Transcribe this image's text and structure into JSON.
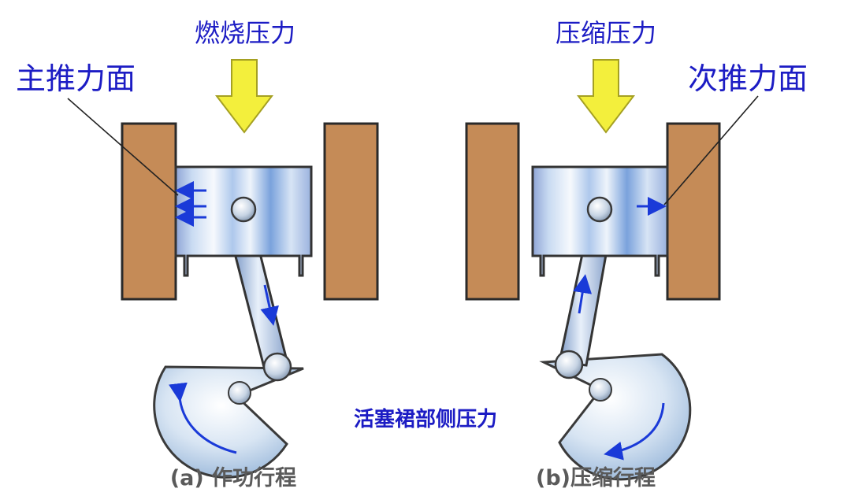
{
  "labels": {
    "combustion_pressure": "燃烧压力",
    "compression_pressure": "压缩压力",
    "major_thrust_face": "主推力面",
    "minor_thrust_face": "次推力面",
    "piston_skirt_side_pressure": "活塞裙部侧压力",
    "caption_a": "(a) 作功行程",
    "caption_b": "(b)压缩行程"
  },
  "colors": {
    "label_blue": "#1c1cc4",
    "caption_gray": "#5a5a5a",
    "wall_fill": "#c58b57",
    "wall_stroke": "#2a2a2a",
    "force_arrow_fill": "#f3ef3c",
    "force_arrow_stroke": "#a5a022",
    "flow_arrow": "#1a3ad8",
    "metal_light": "#f4f8fc",
    "metal_blue": "#7aa2dc",
    "metal_dark": "#9aa8bc"
  },
  "icons": {
    "force_arrow": "down-arrow-icon",
    "flow_arrow": "small-arrow-icon"
  }
}
